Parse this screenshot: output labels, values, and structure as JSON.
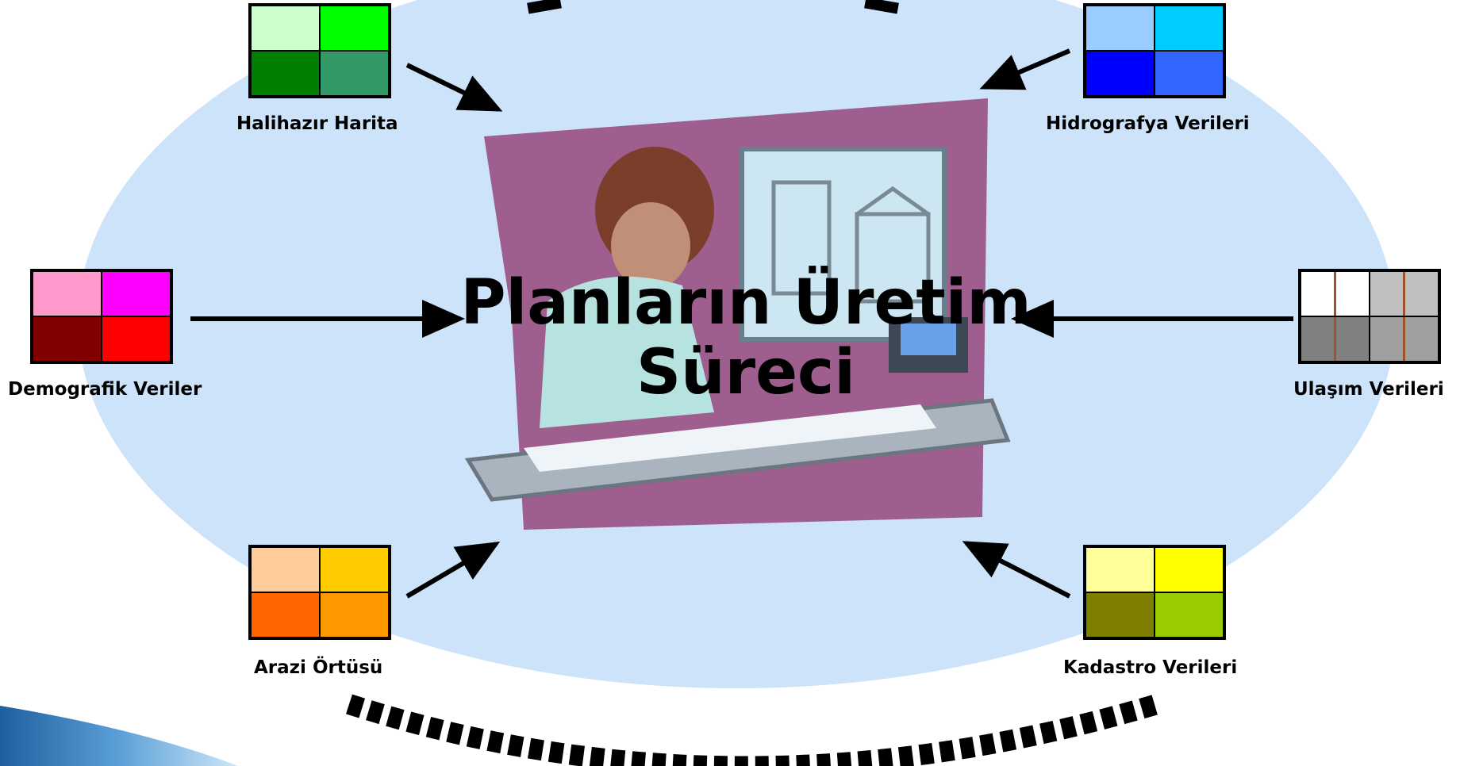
{
  "center_title": "Planların Üretim Süreci",
  "colors": {
    "ellipse": "#cce3fa",
    "arrow": "#000000",
    "illustration_bg": "#9e5f8e"
  },
  "sources": {
    "halihazir": {
      "label": "Halihazır Harita",
      "colors": [
        "#ccffcc",
        "#00ff00",
        "#008000",
        "#339966"
      ]
    },
    "hidrografya": {
      "label": "Hidrografya Verileri",
      "colors": [
        "#99ccff",
        "#00ccff",
        "#0000ff",
        "#3366ff"
      ]
    },
    "demografik": {
      "label": "Demografik Veriler",
      "colors": [
        "#ff99cc",
        "#ff00ff",
        "#800000",
        "#ff0000"
      ]
    },
    "ulasim": {
      "label": "Ulaşım Verileri",
      "colors": [
        "#ffffff",
        "#c0c0c0",
        "#808080",
        "#a0a0a0"
      ]
    },
    "arazi": {
      "label": "Arazi Örtüsü",
      "colors": [
        "#ffcc99",
        "#ffcc00",
        "#ff6600",
        "#ff9900"
      ]
    },
    "kadastro": {
      "label": "Kadastro Verileri",
      "colors": [
        "#ffff99",
        "#ffff00",
        "#808000",
        "#99cc00"
      ]
    }
  }
}
